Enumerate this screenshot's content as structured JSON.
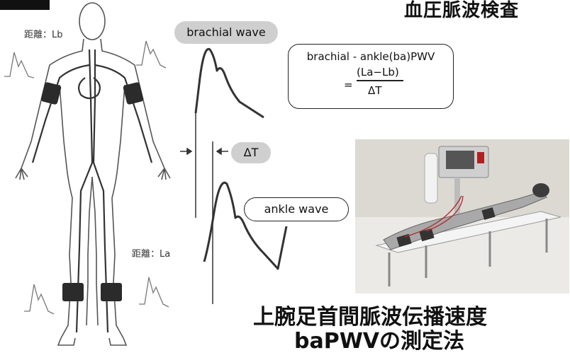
{
  "header": {
    "title": "血圧脈波検査"
  },
  "body_diagram": {
    "distance_upper": "距離：Lb",
    "distance_lower": "距離：La"
  },
  "waves": {
    "brachial_label": "brachial wave",
    "delta_label": "ΔT",
    "ankle_label": "ankle wave"
  },
  "formula": {
    "line1": "brachial - ankle(ba)PWV",
    "equals": "=",
    "numerator": "(La−Lb)",
    "denominator": "ΔT"
  },
  "caption": {
    "line1": "上腕足首間脈波伝播速度",
    "line2": "baPWVの測定法"
  }
}
